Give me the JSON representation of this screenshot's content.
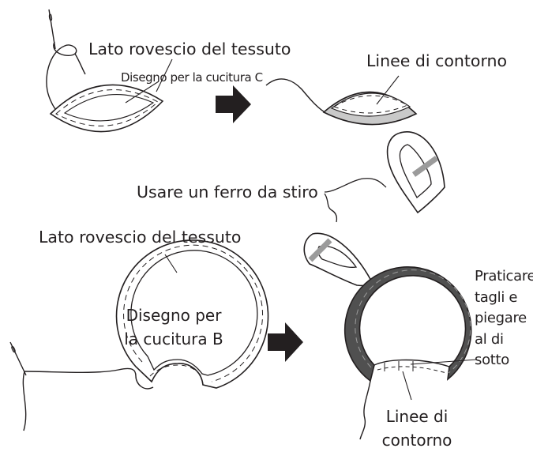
{
  "labels": {
    "top_back_fabric": "Lato rovescio del tessuto",
    "design_c": "Disegno per la cucitura C",
    "outline_top": "Linee di contorno",
    "iron": "Usare un ferro da stiro",
    "bottom_back_fabric": "Lato rovescio del tessuto",
    "design_b": [
      "Disegno per",
      "la cucitura B"
    ],
    "clip_and_fold": [
      "Praticare",
      "tagli e",
      "piegare",
      "al di",
      "sotto"
    ],
    "outline_bottom": [
      "Linee di",
      "contorno"
    ]
  },
  "colors": {
    "ink": "#231f20",
    "iron_soleplate": "#9b9b9b",
    "folded_seam_allowance": "#c9c9c9",
    "finished_piece": "#505050",
    "background": "#ffffff"
  },
  "icons": {
    "step_arrow": "arrow-right-icon",
    "iron": "iron-icon",
    "needle": "needle-icon"
  }
}
